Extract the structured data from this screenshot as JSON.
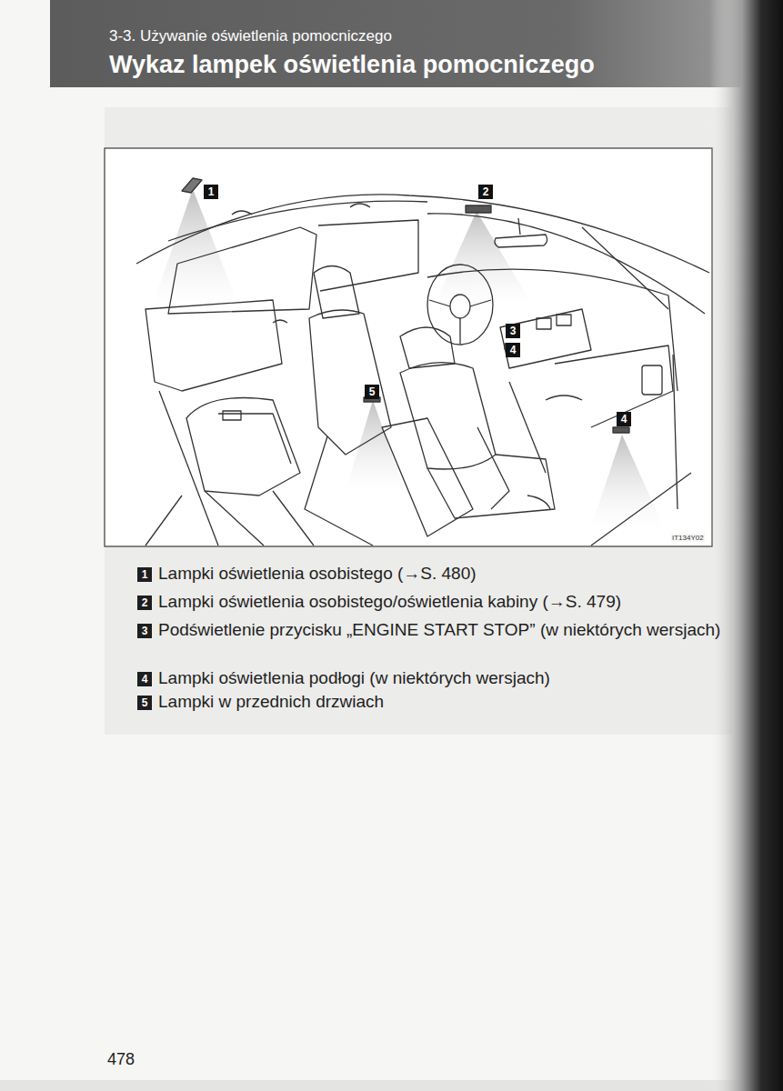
{
  "diagram": {
    "title": "Wykaz lampek oświetlenia pomocniczego",
    "labels": [
      "3-3. Używanie oświetlenia pomocniczego",
      "1",
      "2",
      "3",
      "4",
      "5",
      "4",
      "IT134Y02",
      "1",
      "Lampki oświetlenia osobistego (→S. 480)",
      "2",
      "Lampki oświetlenia osobistego/oświetlenia kabiny (→S. 479)",
      "3",
      "Podświetlenie przycisku „ENGINE START STOP” (w niektórych wersjach)",
      "4",
      "Lampki oświetlenia podłogi (w niektórych wersjach)",
      "5",
      "Lampki w przednich drzwiach",
      "478"
    ]
  }
}
